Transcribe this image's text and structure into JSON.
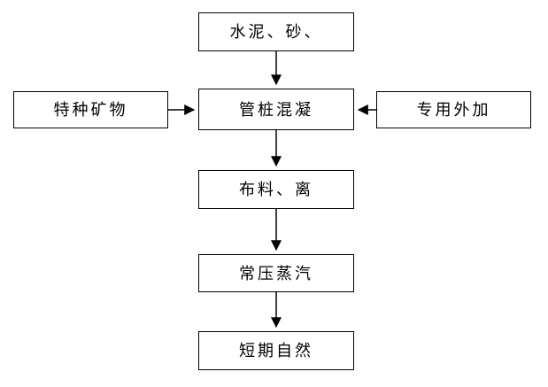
{
  "diagram": {
    "title": "pipe-pile concrete production flowchart",
    "colors": {
      "line": "#000000",
      "border": "#000000",
      "background": "#ffffff",
      "text": "#000000"
    },
    "nodes": [
      {
        "id": "cement-sand",
        "label": "水泥、砂、"
      },
      {
        "id": "special-minerals",
        "label": "特种矿物"
      },
      {
        "id": "pipe-pile-concrete",
        "label": "管桩混凝"
      },
      {
        "id": "special-admixture",
        "label": "专用外加"
      },
      {
        "id": "distribution",
        "label": "布料、离"
      },
      {
        "id": "steam-curing",
        "label": "常压蒸汽"
      },
      {
        "id": "natural-curing",
        "label": "短期自然"
      }
    ],
    "edges": [
      {
        "from": "cement-sand",
        "to": "pipe-pile-concrete",
        "direction": "down"
      },
      {
        "from": "special-minerals",
        "to": "pipe-pile-concrete",
        "direction": "right"
      },
      {
        "from": "special-admixture",
        "to": "pipe-pile-concrete",
        "direction": "left"
      },
      {
        "from": "pipe-pile-concrete",
        "to": "distribution",
        "direction": "down"
      },
      {
        "from": "distribution",
        "to": "steam-curing",
        "direction": "down"
      },
      {
        "from": "steam-curing",
        "to": "natural-curing",
        "direction": "down"
      }
    ]
  }
}
